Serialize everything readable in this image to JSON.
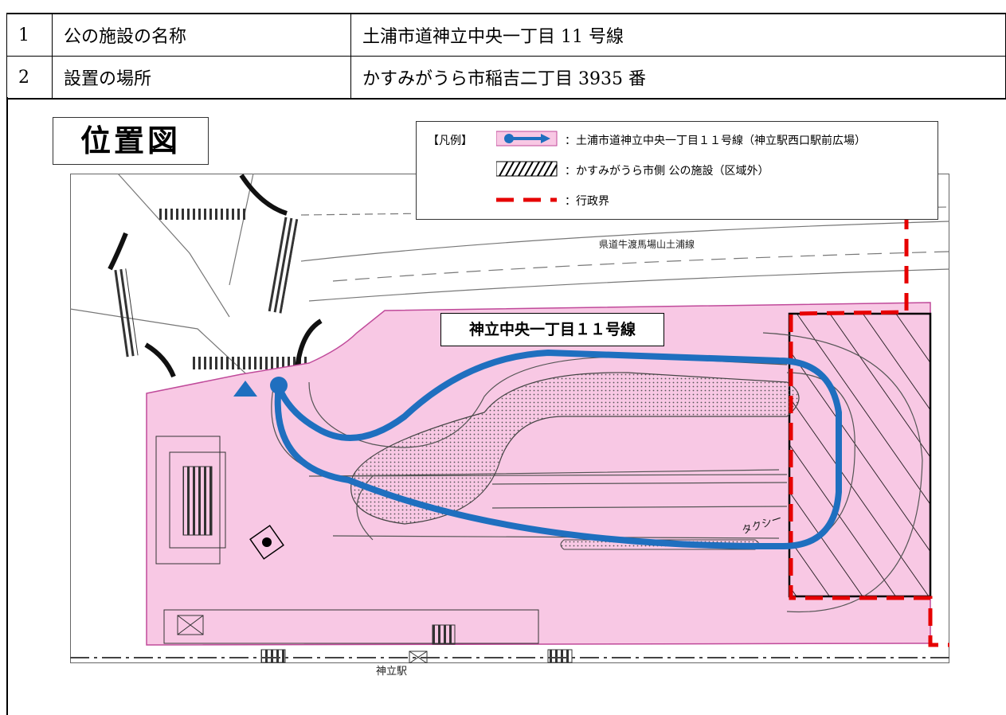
{
  "facility_table": {
    "rows": [
      {
        "num": "1",
        "label": "公の施設の名称",
        "value": "土浦市道神立中央一丁目 11 号線"
      },
      {
        "num": "2",
        "label": "設置の場所",
        "value": "かすみがうら市稲吉二丁目 3935 番"
      }
    ]
  },
  "map": {
    "title": "位置図",
    "route_label": "神立中央一丁目１１号線",
    "road_label": "県道牛渡馬場山土浦線",
    "station_label": "神立駅",
    "taxi_label": "タクシー",
    "legend": {
      "title": "【凡例】",
      "items": [
        {
          "symbol": "blue-route-arrow-on-pink",
          "text": "：土浦市道神立中央一丁目１１号線（神立駅西口駅前広場）"
        },
        {
          "symbol": "diagonal-hatch",
          "text": "：かすみがうら市側 公の施設（区域外）"
        },
        {
          "symbol": "red-dashed-line",
          "text": "：行政界"
        }
      ]
    },
    "colors": {
      "facility_area_fill": "#f8c8e4",
      "route_line": "#1f6fbf",
      "boundary_line": "#e60000",
      "outside_area_hatch": "#000000"
    }
  }
}
